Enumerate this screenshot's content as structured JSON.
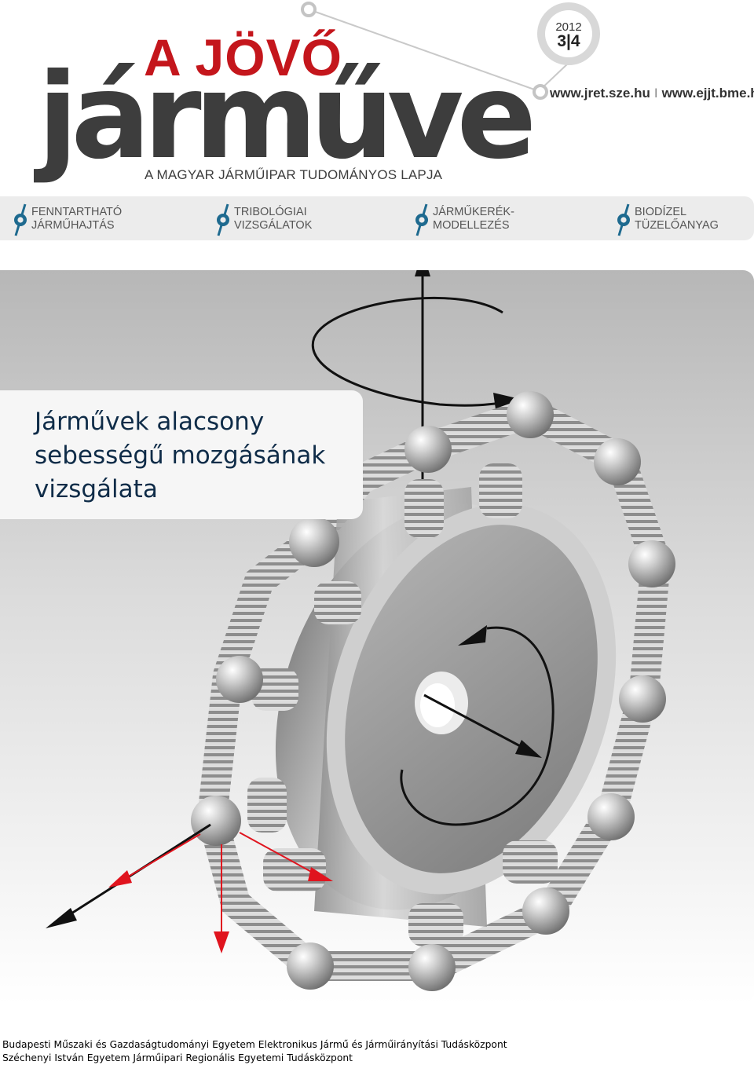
{
  "masthead": {
    "title_top": "A JÖVŐ",
    "title_main": "járműve",
    "subtitle": "A MAGYAR JÁRMŰIPAR TUDOMÁNYOS LAPJA"
  },
  "issue": {
    "year": "2012",
    "number": "3|4"
  },
  "urls": {
    "first": "www.jret.sze.hu",
    "separator": "I",
    "second": "www.ejjt.bme.hu"
  },
  "topics": [
    {
      "line1": "FENNTARTHATÓ",
      "line2": "JÁRMŰHAJTÁS"
    },
    {
      "line1": "TRIBOLÓGIAI",
      "line2": "VIZSGÁLATOK"
    },
    {
      "line1": "JÁRMŰKERÉK-",
      "line2": "MODELLEZÉS"
    },
    {
      "line1": "BIODÍZEL",
      "line2": "TÜZELŐANYAG"
    }
  ],
  "headline": {
    "line1": "Járművek alacsony",
    "line2": "sebességű mozgásának",
    "line3": "vizsgálata"
  },
  "footer": {
    "line1": "Budapesti Műszaki és Gazdaságtudományi Egyetem Elektronikus Jármű és Járműirányítási Tudásközpont",
    "line2": "Széchenyi István Egyetem Járműipari Regionális Egyetemi Tudásközpont"
  },
  "colors": {
    "brand_red": "#c4161c",
    "masthead_gray": "#3d3d3d",
    "topic_marker": "#1e6a8f",
    "headline_navy": "#0f2c48",
    "arrow_red": "#e0141e"
  },
  "icons": {
    "topic_marker": "circle-slash-icon",
    "illustration": "wheel-spring-model"
  }
}
